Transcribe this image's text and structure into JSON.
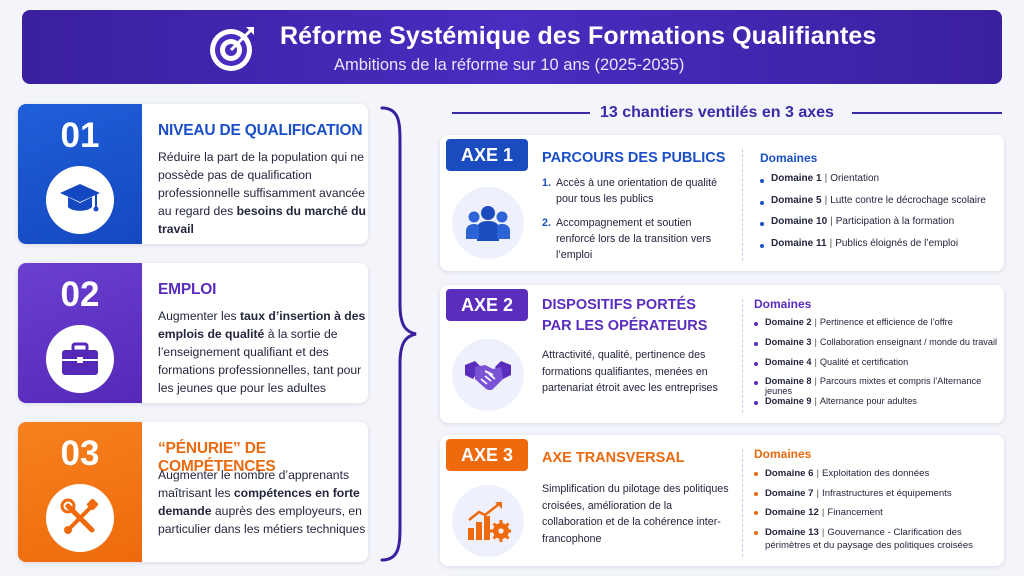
{
  "header": {
    "title": "Réforme Systémique des Formations Qualifiantes",
    "subtitle": "Ambitions de la réforme sur 10 ans (2025-2035)",
    "logo_icon": "target-arrow-icon"
  },
  "ambitions": [
    {
      "number": "01",
      "title": "NIVEAU DE QUALIFICATION",
      "icon": "graduation-cap-icon",
      "color": "#1a4fc7",
      "desc_parts": [
        {
          "t": "Réduire la part de la population qui ne possède pas de qualification professionnelle suffisamment avancée au regard des ",
          "b": false
        },
        {
          "t": "besoins du marché du travail",
          "b": true
        }
      ]
    },
    {
      "number": "02",
      "title": "EMPLOI",
      "icon": "briefcase-icon",
      "color": "#5a2dbd",
      "desc_parts": [
        {
          "t": "Augmenter les ",
          "b": false
        },
        {
          "t": "taux d’insertion à des emplois de qualité",
          "b": true
        },
        {
          "t": " à la sortie de l’enseignement qualifiant et des formations professionnelles, tant pour les jeunes que pour les adultes",
          "b": false
        }
      ]
    },
    {
      "number": "03",
      "title": "“PÉNURIE” DE COMPÉTENCES",
      "icon": "wrench-screwdriver-icon",
      "color": "#ea6a0f",
      "desc_parts": [
        {
          "t": "Augmenter le nombre d’apprenants maîtrisant les ",
          "b": false
        },
        {
          "t": "compétences en forte demande",
          "b": true
        },
        {
          "t": " auprès des employeurs, en particulier dans les métiers techniques",
          "b": false
        }
      ]
    }
  ],
  "section_title": "13 chantiers ventilés en 3 axes",
  "axes": [
    {
      "tag": "AXE 1",
      "title": "PARCOURS DES PUBLICS",
      "icon": "people-group-icon",
      "color": "#1a4bbf",
      "items": [
        {
          "n": "1.",
          "t": "Accès à une orientation de qualité pour tous les publics"
        },
        {
          "n": "2.",
          "t": "Accompagnement et soutien renforcé lors de la transition vers l’emploi"
        }
      ],
      "domains_title": "Domaines",
      "domains": [
        {
          "label": "Domaine 1",
          "desc": "Orientation"
        },
        {
          "label": "Domaine 5",
          "desc": "Lutte contre le décrochage scolaire"
        },
        {
          "label": "Domaine 10",
          "desc": "Participation à la formation"
        },
        {
          "label": "Domaine 11",
          "desc": "Publics éloignés de l’emploi"
        }
      ]
    },
    {
      "tag": "AXE 2",
      "title": "DISPOSITIFS PORTÉS PAR LES OPÉRATEURS",
      "icon": "handshake-icon",
      "color": "#5a2dbd",
      "text": "Attractivité, qualité, pertinence des formations qualifiantes, menées en partenariat étroit avec les entreprises",
      "domains_title": "Domaines",
      "domains": [
        {
          "label": "Domaine 2",
          "desc": "Pertinence et efficience de l’offre"
        },
        {
          "label": "Domaine 3",
          "desc": "Collaboration enseignant / monde du travail"
        },
        {
          "label": "Domaine 4",
          "desc": "Qualité et certification"
        },
        {
          "label": "Domaine 8",
          "desc": "Parcours mixtes et compris l’Alternance jeunes"
        },
        {
          "label": "Domaine 9",
          "desc": "Alternance pour adultes"
        }
      ]
    },
    {
      "tag": "AXE 3",
      "title": "AXE TRANSVERSAL",
      "icon": "chart-gear-icon",
      "color": "#ee6a0c",
      "text": "Simplification du pilotage des politiques croisées, amélioration de la collaboration et de la cohérence inter-francophone",
      "domains_title": "Domaines",
      "domains": [
        {
          "label": "Domaine 6",
          "desc": "Exploitation des données"
        },
        {
          "label": "Domaine 7",
          "desc": "Infrastructures et équipements"
        },
        {
          "label": "Domaine 12",
          "desc": "Financement"
        },
        {
          "label": "Domaine 13",
          "desc": "Gouvernance - Clarification des périmètres et du paysage des politiques croisées"
        }
      ]
    }
  ]
}
